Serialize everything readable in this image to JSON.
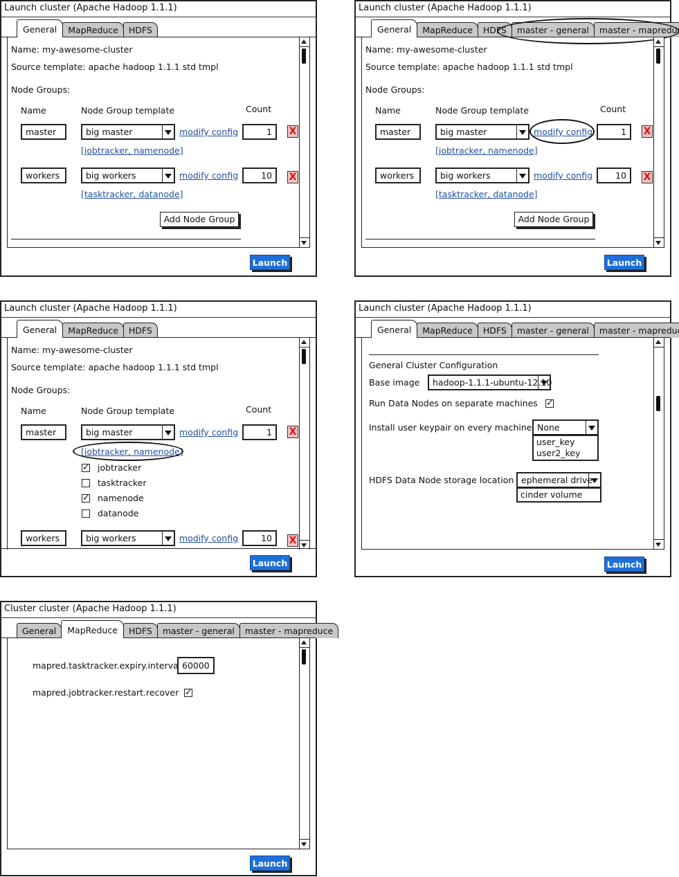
{
  "windows": {
    "w1": {
      "title": "Launch cluster (Apache Hadoop 1.1.1)",
      "tabs": [
        "General",
        "MapReduce",
        "HDFS"
      ],
      "name_label": "Name: my-awesome-cluster",
      "source_label": "Source template: apache hadoop 1.1.1 std tmpl",
      "node_groups_label": "Node Groups:",
      "col_name": "Name",
      "col_template": "Node Group template",
      "col_count": "Count",
      "groups": [
        {
          "name": "master",
          "template": "big master",
          "link": "modify config",
          "count": "1",
          "processes": "[jobtracker, namenode]"
        },
        {
          "name": "workers",
          "template": "big workers",
          "link": "modify config",
          "count": "10",
          "processes": "[tasktracker, datanode]"
        }
      ],
      "add_button": "Add Node Group",
      "launch": "Launch"
    },
    "w2": {
      "title": "Launch cluster (Apache Hadoop 1.1.1)",
      "tabs": [
        "General",
        "MapReduce",
        "HDFS",
        "master - general",
        "master - mapreduce"
      ],
      "name_label": "Name: my-awesome-cluster",
      "source_label": "Source template: apache hadoop 1.1.1 std tmpl",
      "node_groups_label": "Node Groups:",
      "col_name": "Name",
      "col_template": "Node Group template",
      "col_count": "Count",
      "groups": [
        {
          "name": "master",
          "template": "big master",
          "link": "modify config",
          "count": "1",
          "processes": "[jobtracker, namenode]"
        },
        {
          "name": "workers",
          "template": "big workers",
          "link": "modify config",
          "count": "10",
          "processes": "[tasktracker, datanode]"
        }
      ],
      "add_button": "Add Node Group",
      "launch": "Launch"
    },
    "w3": {
      "title": "Launch cluster (Apache Hadoop 1.1.1)",
      "tabs": [
        "General",
        "MapReduce",
        "HDFS"
      ],
      "name_label": "Name: my-awesome-cluster",
      "source_label": "Source template: apache hadoop 1.1.1 std tmpl",
      "node_groups_label": "Node Groups:",
      "col_name": "Name",
      "col_template": "Node Group template",
      "col_count": "Count",
      "groups": [
        {
          "name": "master",
          "template": "big master",
          "link": "modify config",
          "count": "1",
          "processes": "[jobtracker, namenode]"
        },
        {
          "name": "workers",
          "template": "big workers",
          "link": "modify config",
          "count": "10"
        }
      ],
      "process_options": [
        {
          "label": "jobtracker",
          "checked": true,
          "mark": "✓"
        },
        {
          "label": "tasktracker",
          "checked": false,
          "mark": ""
        },
        {
          "label": "namenode",
          "checked": true,
          "mark": "✓"
        },
        {
          "label": "datanode",
          "checked": false,
          "mark": ""
        }
      ],
      "launch": "Launch"
    },
    "w4": {
      "title": "Launch cluster (Apache Hadoop 1.1.1)",
      "tabs": [
        "General",
        "MapReduce",
        "HDFS",
        "master - general",
        "master - mapreduce"
      ],
      "section_title": "General Cluster Configuration",
      "base_image_label": "Base image",
      "base_image_value": "hadoop-1.1.1-ubuntu-12.10",
      "separate_label": "Run Data Nodes on separate machines",
      "separate_mark": "✓",
      "keypair_label": "Install user keypair on every machine",
      "keypair_value": "None",
      "keypair_options": [
        "user_key",
        "user2_key"
      ],
      "storage_label": "HDFS Data Node storage location",
      "storage_value": "ephemeral drive",
      "storage_options": [
        "cinder volume"
      ],
      "launch": "Launch"
    },
    "w5": {
      "title": "Cluster cluster (Apache Hadoop 1.1.1)",
      "tabs": [
        "General",
        "MapReduce",
        "HDFS",
        "master - general",
        "master - mapreduce"
      ],
      "param1_label": "mapred.tasktracker.expiry.interval",
      "param1_value": "60000",
      "param2_label": "mapred.jobtracker.restart.recover",
      "param2_mark": "✓",
      "launch": "Launch"
    }
  }
}
